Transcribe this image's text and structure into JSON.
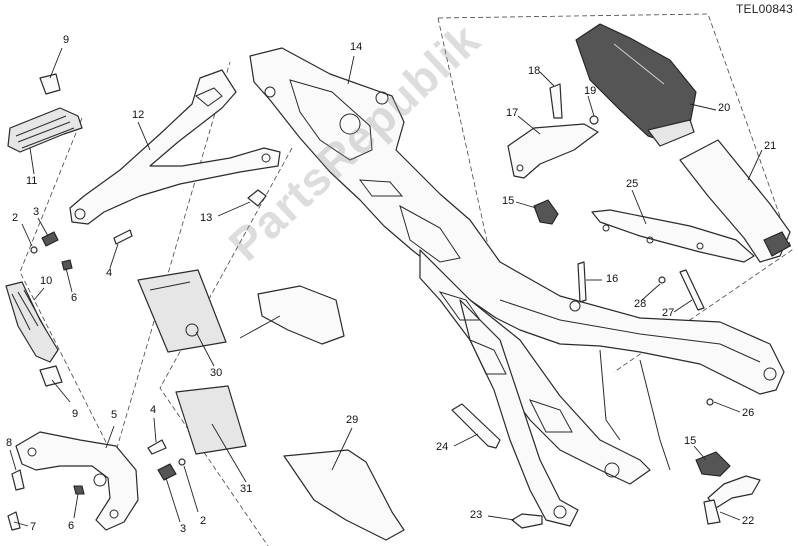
{
  "diagram_code": "TEL00843",
  "watermark": "PartsRepublik",
  "callouts": [
    {
      "id": "9a",
      "label": "9"
    },
    {
      "id": "11",
      "label": "11"
    },
    {
      "id": "12",
      "label": "12"
    },
    {
      "id": "2a",
      "label": "2"
    },
    {
      "id": "3a",
      "label": "3"
    },
    {
      "id": "13",
      "label": "13"
    },
    {
      "id": "4a",
      "label": "4"
    },
    {
      "id": "6a",
      "label": "6"
    },
    {
      "id": "10",
      "label": "10"
    },
    {
      "id": "9b",
      "label": "9"
    },
    {
      "id": "5",
      "label": "5"
    },
    {
      "id": "8",
      "label": "8"
    },
    {
      "id": "4b",
      "label": "4"
    },
    {
      "id": "6b",
      "label": "6"
    },
    {
      "id": "3b",
      "label": "3"
    },
    {
      "id": "2b",
      "label": "2"
    },
    {
      "id": "7",
      "label": "7"
    },
    {
      "id": "30",
      "label": "30"
    },
    {
      "id": "31",
      "label": "31"
    },
    {
      "id": "14",
      "label": "14"
    },
    {
      "id": "29",
      "label": "29"
    },
    {
      "id": "24",
      "label": "24"
    },
    {
      "id": "23",
      "label": "23"
    },
    {
      "id": "18",
      "label": "18"
    },
    {
      "id": "19",
      "label": "19"
    },
    {
      "id": "17",
      "label": "17"
    },
    {
      "id": "15a",
      "label": "15"
    },
    {
      "id": "20",
      "label": "20"
    },
    {
      "id": "21",
      "label": "21"
    },
    {
      "id": "25",
      "label": "25"
    },
    {
      "id": "16",
      "label": "16"
    },
    {
      "id": "28",
      "label": "28"
    },
    {
      "id": "27",
      "label": "27"
    },
    {
      "id": "26",
      "label": "26"
    },
    {
      "id": "15b",
      "label": "15"
    },
    {
      "id": "22",
      "label": "22"
    }
  ]
}
